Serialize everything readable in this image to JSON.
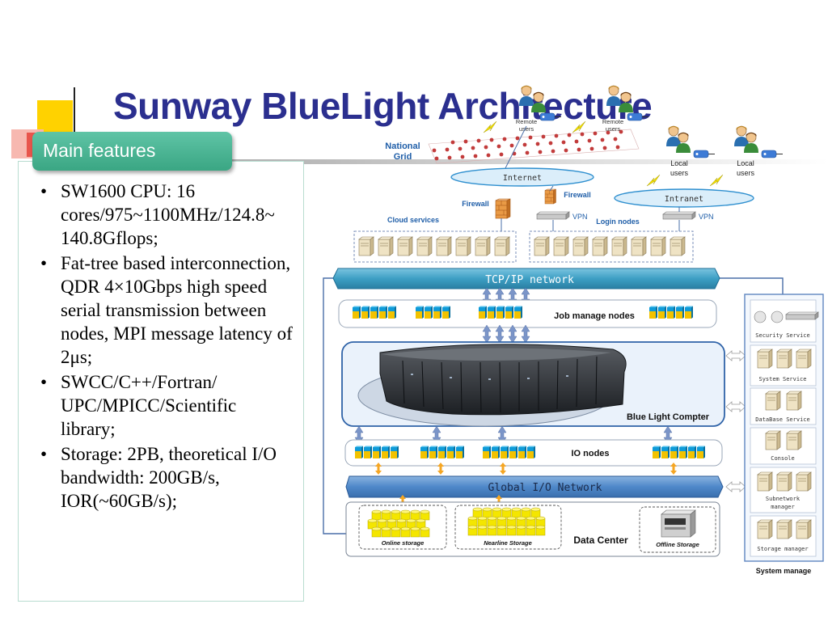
{
  "slide": {
    "title": "Sunway BlueLight Architecture",
    "section_tab": "Main features",
    "features": [
      "SW1600 CPU: 16 cores/975~1100MHz/124.8~ 140.8Gflops;",
      "Fat-tree based interconnection, QDR 4×10Gbps high speed serial transmission between nodes, MPI message latency of 2μs;",
      "SWCC/C++/Fortran/ UPC/MPICC/Scientific library;",
      "Storage: 2PB, theoretical I/O bandwidth: 200GB/s, IOR(~60GB/s);"
    ]
  },
  "diagram": {
    "national_grid": "National Grid",
    "remote_users": "Remote users",
    "local_users": "Local users",
    "internet": "Internet",
    "intranet": "Intranet",
    "firewall": "Firewall",
    "vpn": "VPN",
    "cloud_services": "Cloud services",
    "login_nodes": "Login nodes",
    "tcpip_network": "TCP/IP network",
    "job_manage_nodes": "Job manage nodes",
    "blue_light_computer": "Blue Light Compter",
    "io_nodes": "IO nodes",
    "global_io_network": "Global I/O Network",
    "online_storage": "Online storage",
    "nearline_storage": "Nearline Storage",
    "data_center": "Data Center",
    "offline_storage": "Offline Storage",
    "system_manage": "System manage",
    "system_panel": {
      "security_service": "Security Service",
      "system_service": "System Service",
      "database_service": "DataBase Service",
      "console": "Console",
      "subnetwork_manager": "Subnetwork manager",
      "storage_manager": "Storage manager"
    }
  },
  "colors": {
    "title": "#2b2f8f",
    "tab": "#46b08f",
    "network_bar": "#3d9fc4",
    "global_io_bar": "#4f88c9",
    "node_blue": "#0f9bd8",
    "node_yellow": "#f2c200"
  }
}
